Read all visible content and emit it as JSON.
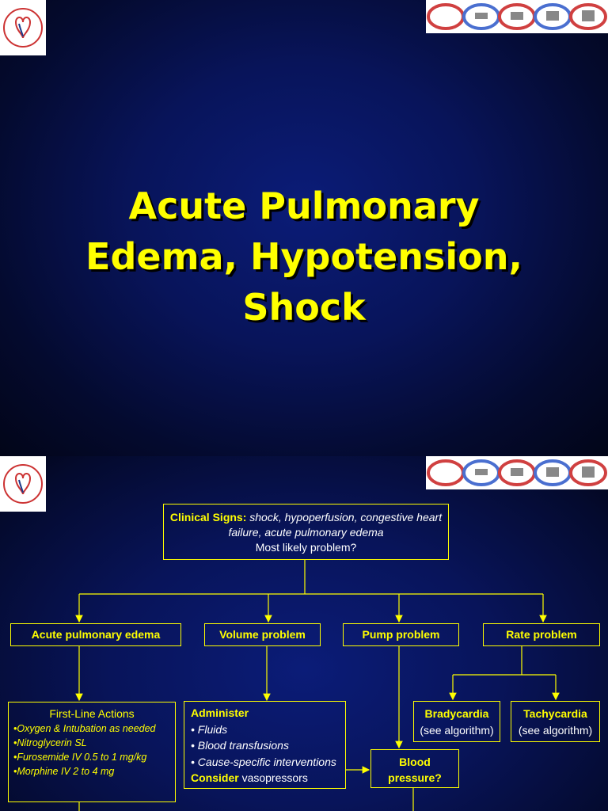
{
  "slide1": {
    "title_lines": [
      "Acute Pulmonary",
      "Edema, Hypotension,",
      "Shock"
    ]
  },
  "slide2": {
    "clinical": {
      "label": "Clinical Signs:",
      "text": "shock, hypoperfusion, congestive heart failure, acute pulmonary edema",
      "question": "Most likely problem?"
    },
    "problems": [
      "Acute pulmonary edema",
      "Volume problem",
      "Pump problem",
      "Rate problem"
    ],
    "first_line": {
      "title": "First-Line Actions",
      "items": [
        "•Oxygen & Intubation as needed",
        "•Nitroglycerin SL",
        "•Furosemide IV 0.5 to 1 mg/kg",
        "•Morphine IV 2 to 4 mg"
      ]
    },
    "administer": {
      "title": "Administer",
      "items": [
        "• Fluids",
        "• Blood transfusions",
        "• Cause-specific interventions"
      ],
      "consider_label": "Consider",
      "consider_text": "vasopressors"
    },
    "brady": {
      "title": "Bradycardia",
      "sub": "(see algorithm)"
    },
    "tachy": {
      "title": "Tachycardia",
      "sub": "(see algorithm)"
    },
    "bp": {
      "text": "Blood pressure?"
    }
  },
  "colors": {
    "accent": "#ffff00",
    "background": "#08145a"
  }
}
